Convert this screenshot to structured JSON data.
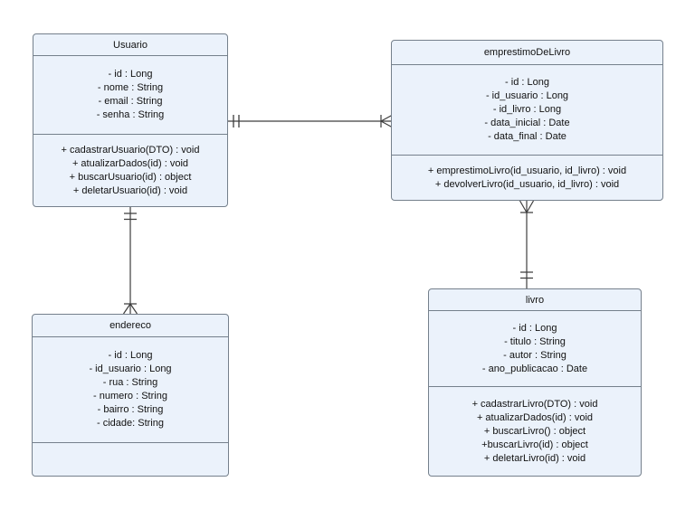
{
  "diagram": {
    "type": "uml-class-diagram",
    "background_color": "#ffffff",
    "box_fill_color": "#ebf2fb",
    "box_border_color": "#75808c",
    "connector_color": "#3d3d3d"
  },
  "classes": {
    "usuario": {
      "title": "Usuario",
      "attributes": [
        "- id : Long",
        "- nome : String",
        "- email : String",
        "- senha : String"
      ],
      "methods": [
        "+ cadastrarUsuario(DTO) : void",
        "+ atualizarDados(id) : void",
        "+ buscarUsuario(id) : object",
        "+ deletarUsuario(id) : void"
      ]
    },
    "emprestimo": {
      "title": "emprestimoDeLivro",
      "attributes": [
        "- id : Long",
        "- id_usuario : Long",
        "- id_livro : Long",
        "- data_inicial : Date",
        "- data_final : Date"
      ],
      "methods": [
        "+ emprestimoLivro(id_usuario, id_livro) : void",
        "+ devolverLivro(id_usuario, id_livro) : void"
      ]
    },
    "endereco": {
      "title": "endereco",
      "attributes": [
        "- id : Long",
        "- id_usuario : Long",
        "- rua : String",
        "- numero : String",
        "- bairro : String",
        "- cidade: String"
      ],
      "methods": []
    },
    "livro": {
      "title": "livro",
      "attributes": [
        "- id : Long",
        "- titulo : String",
        "- autor : String",
        "- ano_publicacao : Date"
      ],
      "methods": [
        "+ cadastrarLivro(DTO) : void",
        "+ atualizarDados(id) : void",
        "+ buscarLivro() : object",
        "+buscarLivro(id) : object",
        "+ deletarLivro(id) : void"
      ]
    }
  },
  "relationships": [
    {
      "from": "Usuario",
      "to": "emprestimoDeLivro",
      "from_cardinality": "one-and-only-one",
      "to_cardinality": "one-or-many",
      "orientation": "horizontal"
    },
    {
      "from": "Usuario",
      "to": "endereco",
      "from_cardinality": "one-and-only-one",
      "to_cardinality": "one-or-many",
      "orientation": "vertical"
    },
    {
      "from": "emprestimoDeLivro",
      "to": "livro",
      "from_cardinality": "one-or-many",
      "to_cardinality": "one-and-only-one",
      "orientation": "vertical"
    }
  ]
}
